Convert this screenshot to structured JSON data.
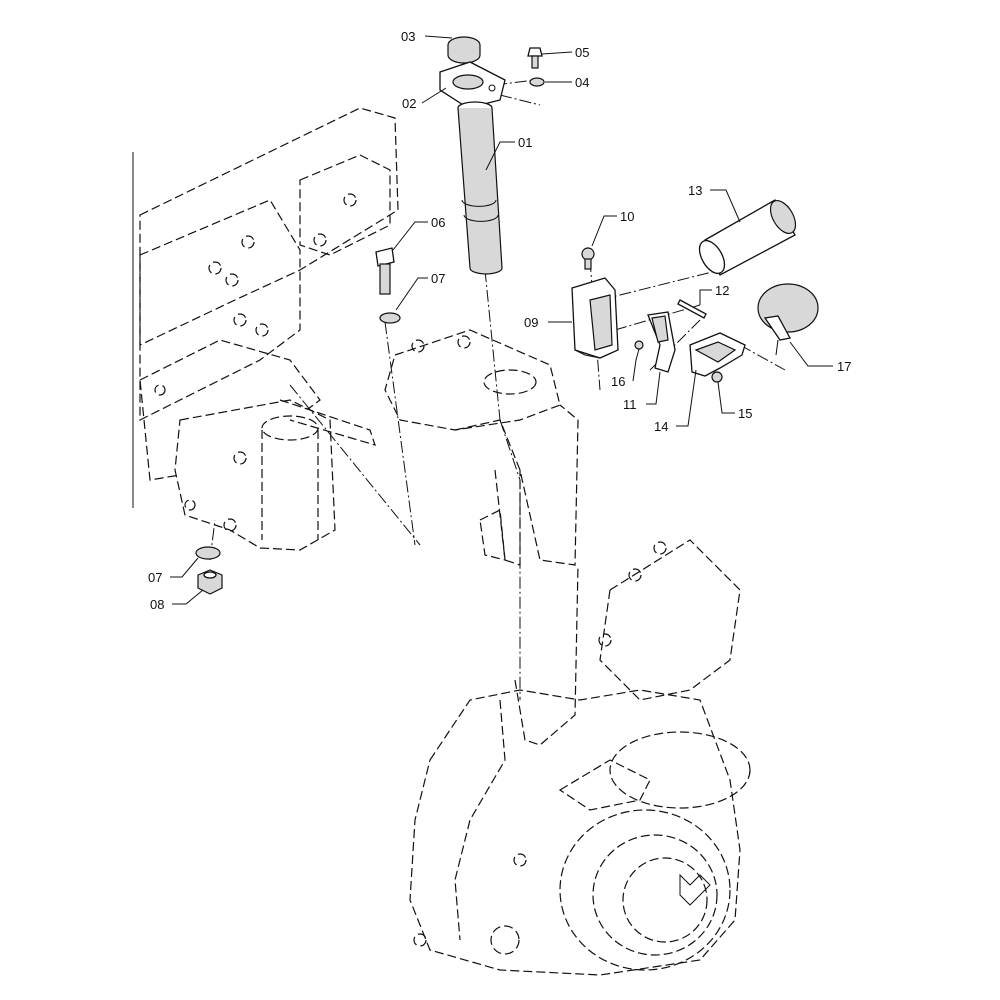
{
  "callouts": [
    {
      "id": "c01",
      "label": "01"
    },
    {
      "id": "c02",
      "label": "02"
    },
    {
      "id": "c03",
      "label": "03"
    },
    {
      "id": "c04",
      "label": "04"
    },
    {
      "id": "c05",
      "label": "05"
    },
    {
      "id": "c06",
      "label": "06"
    },
    {
      "id": "c07a",
      "label": "07"
    },
    {
      "id": "c07b",
      "label": "07"
    },
    {
      "id": "c08",
      "label": "08"
    },
    {
      "id": "c09",
      "label": "09"
    },
    {
      "id": "c10",
      "label": "10"
    },
    {
      "id": "c11",
      "label": "11"
    },
    {
      "id": "c12",
      "label": "12"
    },
    {
      "id": "c13",
      "label": "13"
    },
    {
      "id": "c14",
      "label": "14"
    },
    {
      "id": "c15",
      "label": "15"
    },
    {
      "id": "c16",
      "label": "16"
    },
    {
      "id": "c17",
      "label": "17"
    }
  ],
  "part_numbers": {
    "p01": "01",
    "p02": "02",
    "p03": "03",
    "p04": "04",
    "p05": "05",
    "p06": "06",
    "p07": "07",
    "p08": "08",
    "p09": "09",
    "p10": "10",
    "p11": "11",
    "p12": "12",
    "p13": "13",
    "p14": "14",
    "p15": "15",
    "p16": "16",
    "p17": "17"
  },
  "colors": {
    "line": "#111111",
    "shade": "#d8d8d8",
    "background": "#ffffff"
  }
}
